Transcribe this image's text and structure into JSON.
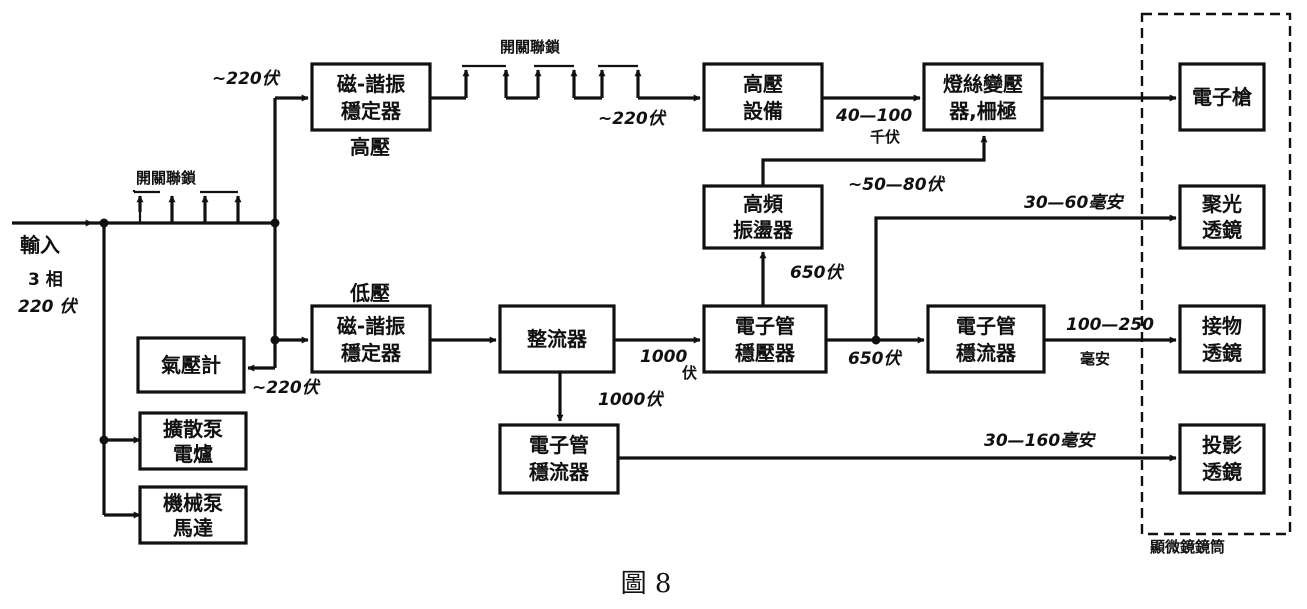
{
  "figure_caption": "圖 8",
  "input": {
    "line1": "輸入",
    "line2": "3 相",
    "line3": "220 伏"
  },
  "boxes": {
    "hv_stabilizer": {
      "line1": "磁-諧振",
      "line2": "穩定器",
      "tag": "高壓"
    },
    "lv_stabilizer": {
      "line1": "磁-諧振",
      "line2": "穩定器",
      "tag": "低壓"
    },
    "barometer": {
      "line1": "氣壓計"
    },
    "diffusion_pump": {
      "line1": "擴散泵",
      "line2": "電爐"
    },
    "mech_pump": {
      "line1": "機械泵",
      "line2": "馬達"
    },
    "rectifier": {
      "line1": "整流器"
    },
    "tube_voltage_reg": {
      "line1": "電子管",
      "line2": "穩壓器"
    },
    "tube_current_reg": {
      "line1": "電子管",
      "line2": "穩流器"
    },
    "tube_current_reg2": {
      "line1": "電子管",
      "line2": "穩流器"
    },
    "hf_oscillator": {
      "line1": "高頻",
      "line2": "振盪器"
    },
    "hv_device": {
      "line1": "高壓",
      "line2": "設備"
    },
    "filament_grid": {
      "line1": "燈絲變壓",
      "line2": "器,柵極"
    },
    "electron_gun": {
      "line1": "電子槍"
    },
    "condenser_lens": {
      "line1": "聚光",
      "line2": "透鏡"
    },
    "objective_lens": {
      "line1": "接物",
      "line2": "透鏡"
    },
    "projector_lens": {
      "line1": "投影",
      "line2": "透鏡"
    }
  },
  "switch_labels": {
    "top": "開關聯鎖",
    "left": "開關聯鎖"
  },
  "group_label": "顯微鏡鏡筒",
  "labels": {
    "v220_top": "~220伏",
    "v220_mid": "~220伏",
    "v220_bottom": "~220伏",
    "kv_40_100": "40—100",
    "kv_unit": "千伏",
    "v_50_80": "~50—80伏",
    "v_650_a": "650伏",
    "v_650_b": "650伏",
    "v_1000_a": "1000",
    "v_1000_a_unit": "伏",
    "v_1000_b": "1000伏",
    "ma_30_60": "30—60毫安",
    "ma_100_250": "100—250",
    "ma_100_250_unit": "毫安",
    "ma_30_160": "30—160毫安"
  }
}
